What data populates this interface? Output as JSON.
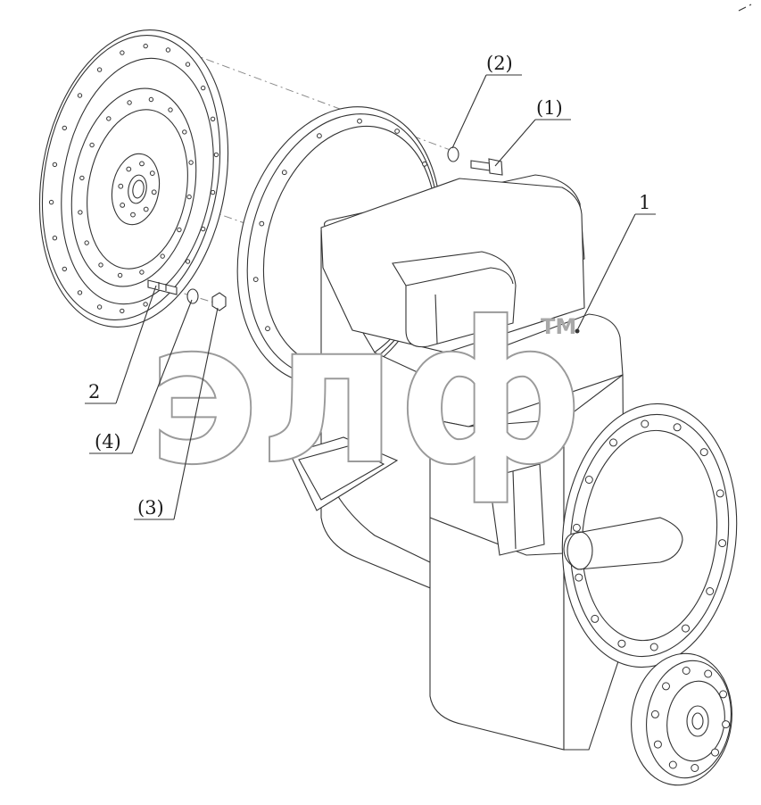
{
  "callouts": {
    "c1": "(1)",
    "c2": "(2)",
    "c3": "(3)",
    "c4": "(4)",
    "p1": "1",
    "p2": "2"
  },
  "watermark": {
    "text": "элф",
    "tm": "TM"
  },
  "colors": {
    "line": "#333333",
    "watermark_stroke": "#9a9a9a",
    "background": "#ffffff"
  }
}
